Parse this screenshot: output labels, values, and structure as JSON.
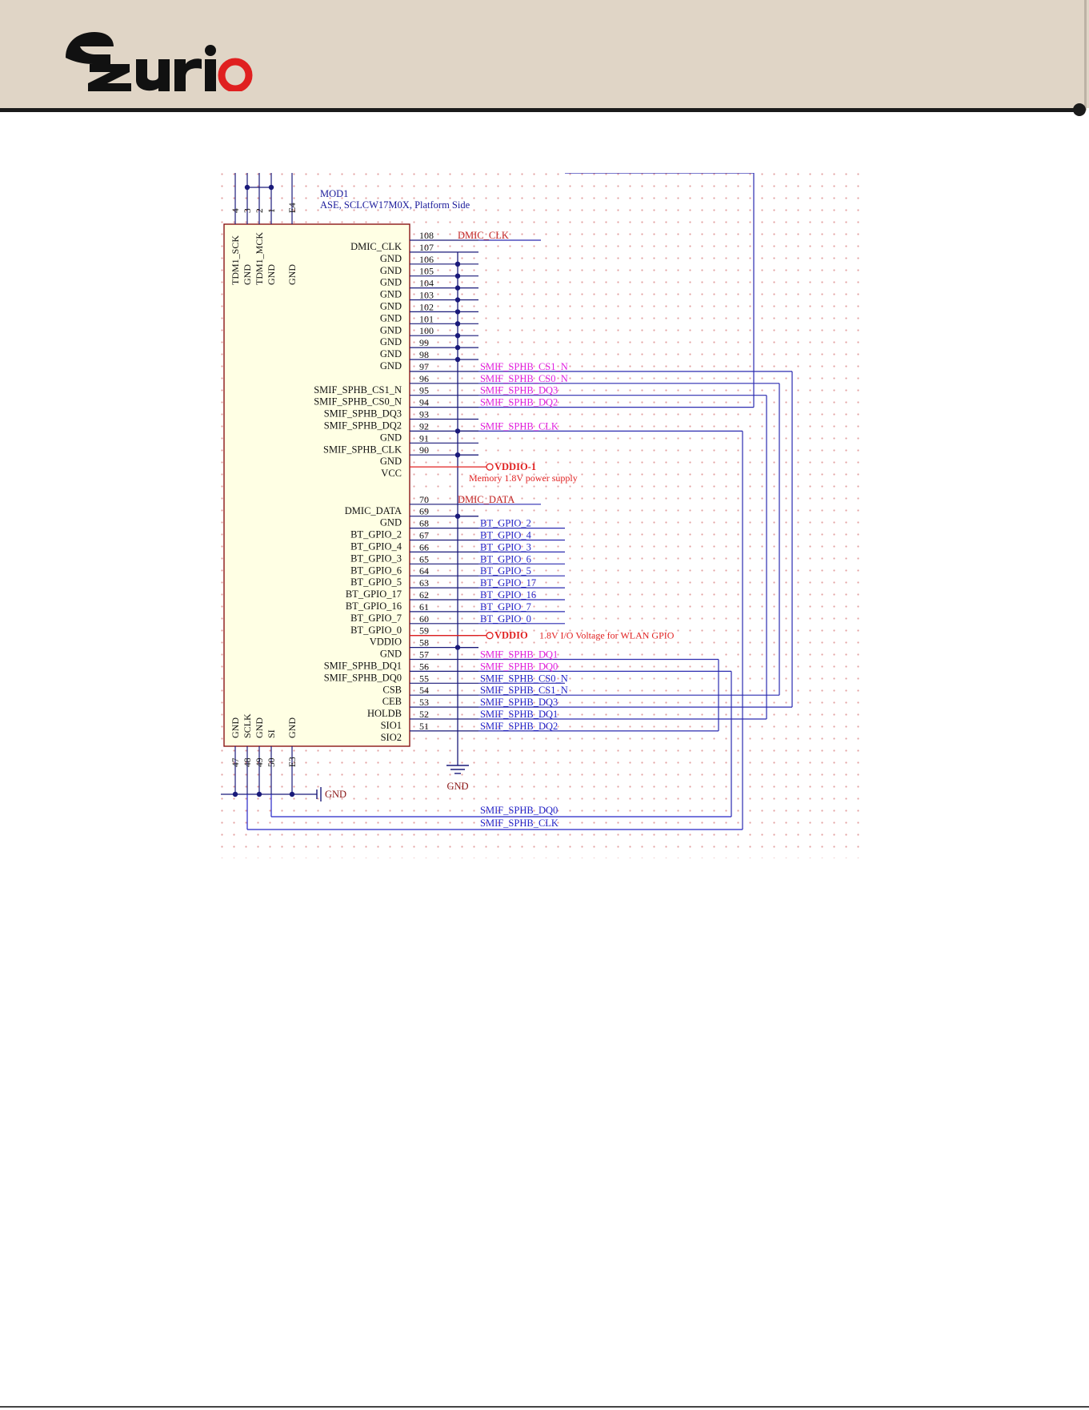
{
  "header": {
    "logo_text": "ezurio"
  },
  "schematic": {
    "designator": "MOD1",
    "description": "ASE, SCLCW17M0X, Platform Side",
    "colors": {
      "wire": "#2b2bb0",
      "pin": "#1a1a7a",
      "net_blue": "#2424c8",
      "net_magenta": "#e020e0",
      "power": "#e02020",
      "body_fill": "#ffffe4",
      "body_stroke": "#8a1515",
      "pin_label": "#111111"
    },
    "right_pins": [
      {
        "num": "108",
        "name": "DMIC_CLK",
        "net": "DMIC_CLK",
        "net_color": "red"
      },
      {
        "num": "107",
        "name": "GND",
        "net": "",
        "net_color": ""
      },
      {
        "num": "106",
        "name": "GND",
        "net": "",
        "net_color": ""
      },
      {
        "num": "105",
        "name": "GND",
        "net": "",
        "net_color": ""
      },
      {
        "num": "104",
        "name": "GND",
        "net": "",
        "net_color": ""
      },
      {
        "num": "103",
        "name": "GND",
        "net": "",
        "net_color": ""
      },
      {
        "num": "102",
        "name": "GND",
        "net": "",
        "net_color": ""
      },
      {
        "num": "101",
        "name": "GND",
        "net": "",
        "net_color": ""
      },
      {
        "num": "100",
        "name": "GND",
        "net": "",
        "net_color": ""
      },
      {
        "num": "99",
        "name": "GND",
        "net": "",
        "net_color": ""
      },
      {
        "num": "98",
        "name": "GND",
        "net": "",
        "net_color": ""
      },
      {
        "num": "97",
        "name": "",
        "net": "SMIF_SPHB_CS1_N",
        "net_color": "magenta"
      },
      {
        "num": "96",
        "name": "SMIF_SPHB_CS1_N",
        "net": "SMIF_SPHB_CS0_N",
        "net_color": "magenta"
      },
      {
        "num": "95",
        "name": "SMIF_SPHB_CS0_N",
        "net": "SMIF_SPHB_DQ3",
        "net_color": "magenta"
      },
      {
        "num": "94",
        "name": "SMIF_SPHB_DQ3",
        "net": "SMIF_SPHB_DQ2",
        "net_color": "magenta"
      },
      {
        "num": "93",
        "name": "SMIF_SPHB_DQ2",
        "net": "",
        "net_color": ""
      },
      {
        "num": "92",
        "name": "GND",
        "net": "SMIF_SPHB_CLK",
        "net_color": "magenta"
      },
      {
        "num": "91",
        "name": "SMIF_SPHB_CLK",
        "net": "",
        "net_color": ""
      },
      {
        "num": "90",
        "name": "GND",
        "net": "",
        "net_color": ""
      },
      {
        "num": "",
        "name": "VCC",
        "net": "",
        "net_color": ""
      },
      {
        "num": "70",
        "name": "DMIC_DATA",
        "net": "DMIC_DATA",
        "net_color": "red"
      },
      {
        "num": "69",
        "name": "GND",
        "net": "",
        "net_color": ""
      },
      {
        "num": "68",
        "name": "BT_GPIO_2",
        "net": "BT_GPIO_2",
        "net_color": "blue"
      },
      {
        "num": "67",
        "name": "BT_GPIO_4",
        "net": "BT_GPIO_4",
        "net_color": "blue"
      },
      {
        "num": "66",
        "name": "BT_GPIO_3",
        "net": "BT_GPIO_3",
        "net_color": "blue"
      },
      {
        "num": "65",
        "name": "BT_GPIO_6",
        "net": "BT_GPIO_6",
        "net_color": "blue"
      },
      {
        "num": "64",
        "name": "BT_GPIO_5",
        "net": "BT_GPIO_5",
        "net_color": "blue"
      },
      {
        "num": "63",
        "name": "BT_GPIO_17",
        "net": "BT_GPIO_17",
        "net_color": "blue"
      },
      {
        "num": "62",
        "name": "BT_GPIO_16",
        "net": "BT_GPIO_16",
        "net_color": "blue"
      },
      {
        "num": "61",
        "name": "BT_GPIO_7",
        "net": "BT_GPIO_7",
        "net_color": "blue"
      },
      {
        "num": "60",
        "name": "BT_GPIO_0",
        "net": "BT_GPIO_0",
        "net_color": "blue"
      },
      {
        "num": "59",
        "name": "VDDIO",
        "net": "",
        "net_color": ""
      },
      {
        "num": "58",
        "name": "GND",
        "net": "",
        "net_color": ""
      },
      {
        "num": "57",
        "name": "SMIF_SPHB_DQ1",
        "net": "SMIF_SPHB_DQ1",
        "net_color": "magenta"
      },
      {
        "num": "56",
        "name": "SMIF_SPHB_DQ0",
        "net": "SMIF_SPHB_DQ0",
        "net_color": "magenta"
      },
      {
        "num": "55",
        "name": "CSB",
        "net": "SMIF_SPHB_CS0_N",
        "net_color": "blue"
      },
      {
        "num": "54",
        "name": "CEB",
        "net": "SMIF_SPHB_CS1_N",
        "net_color": "blue"
      },
      {
        "num": "53",
        "name": "HOLDB",
        "net": "SMIF_SPHB_DQ3",
        "net_color": "blue"
      },
      {
        "num": "52",
        "name": "SIO1",
        "net": "SMIF_SPHB_DQ1",
        "net_color": "blue"
      },
      {
        "num": "51",
        "name": "SIO2",
        "net": "SMIF_SPHB_DQ2",
        "net_color": "blue"
      }
    ],
    "top_pins": [
      {
        "num": "4",
        "name": "TDM1_SCK"
      },
      {
        "num": "3",
        "name": "GND"
      },
      {
        "num": "2",
        "name": "TDM1_MCK"
      },
      {
        "num": "1",
        "name": "GND"
      },
      {
        "num": "E4",
        "name": "GND"
      }
    ],
    "bottom_pins": [
      {
        "num": "47",
        "name": "GND"
      },
      {
        "num": "48",
        "name": "SCLK"
      },
      {
        "num": "49",
        "name": "GND"
      },
      {
        "num": "50",
        "name": "SI"
      },
      {
        "num": "E3",
        "name": "GND"
      }
    ],
    "power_vddio1": "VDDIO-1",
    "power_vddio1_note": "Memory 1.8V power supply",
    "power_vddio": "VDDIO",
    "power_vddio_note": "1.8V I/O Voltage for WLAN GPIO",
    "gnd_label": "GND",
    "gnd_label_2": "GND",
    "bottom_net_dq0": "SMIF_SPHB_DQ0",
    "bottom_net_clk": "SMIF_SPHB_CLK"
  }
}
